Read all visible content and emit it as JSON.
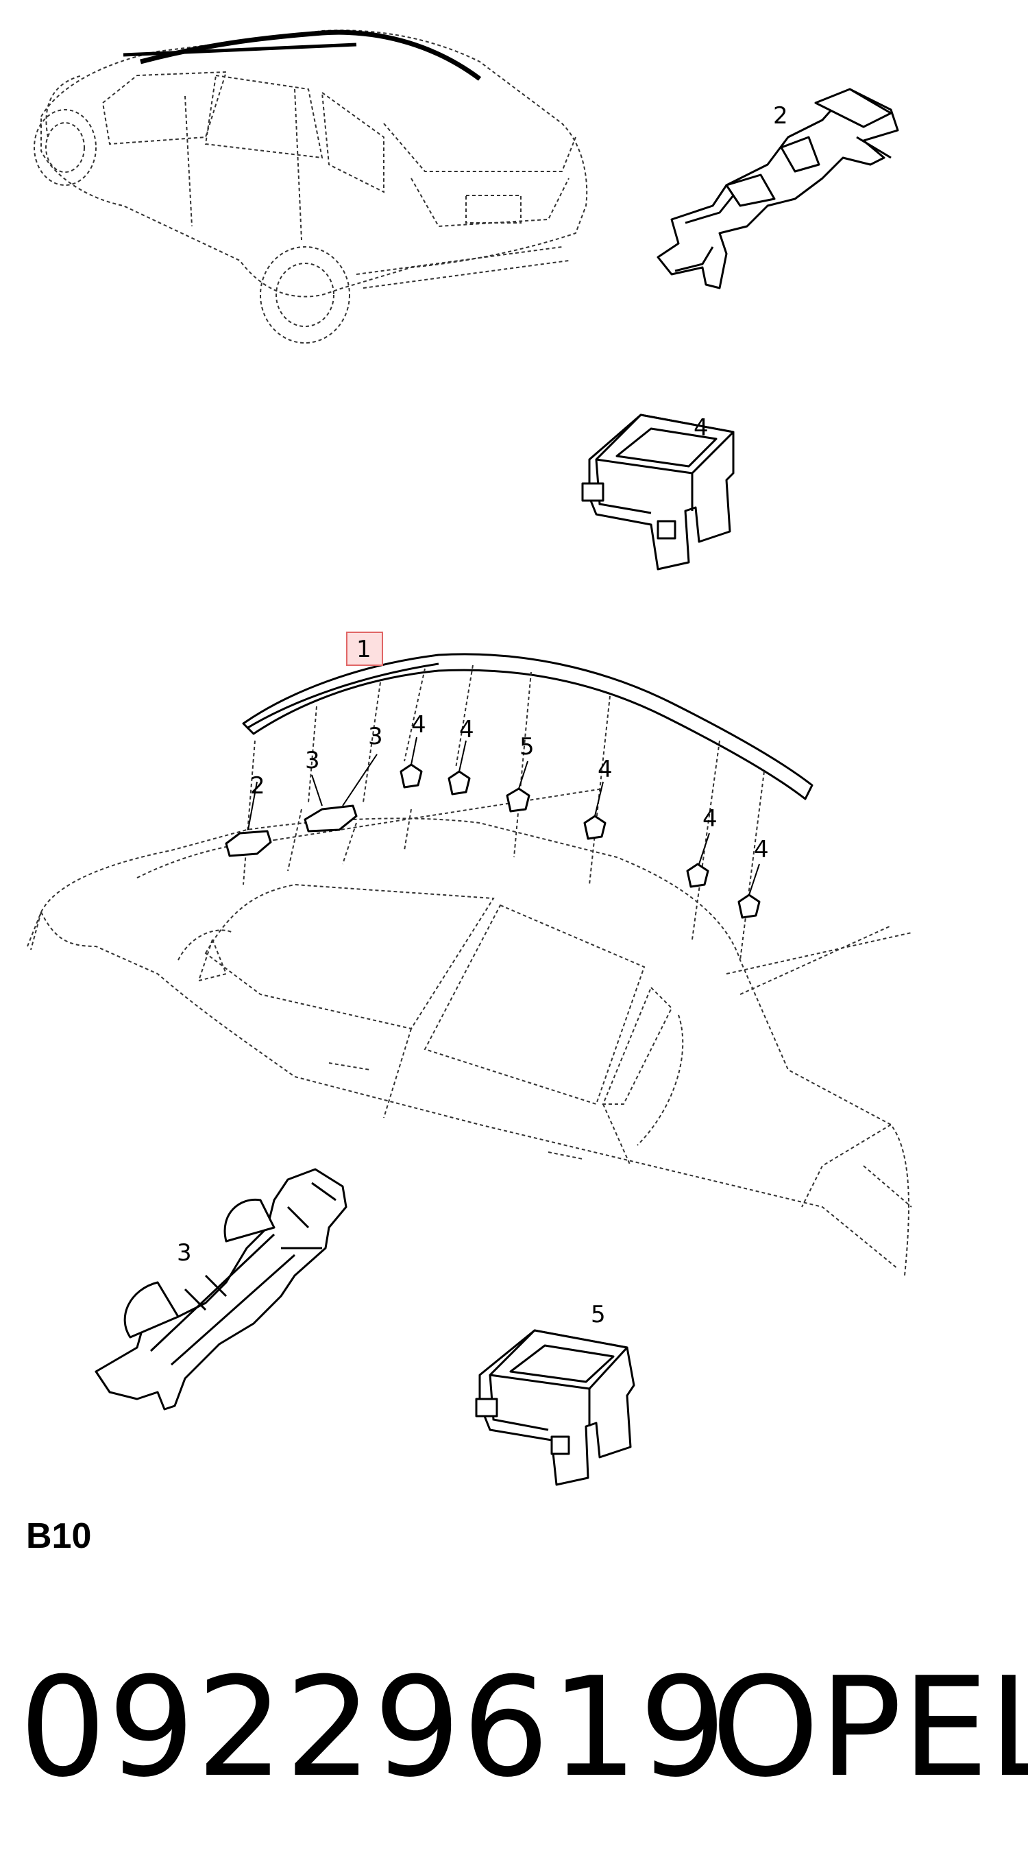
{
  "callouts": [
    {
      "id": "c2-detail",
      "label": "2"
    },
    {
      "id": "c4-detail",
      "label": "4"
    },
    {
      "id": "c1-main",
      "label": "1",
      "highlighted": true
    },
    {
      "id": "c3-a",
      "label": "3"
    },
    {
      "id": "c3-b",
      "label": "3"
    },
    {
      "id": "c4-a",
      "label": "4"
    },
    {
      "id": "c4-b",
      "label": "4"
    },
    {
      "id": "c5-a",
      "label": "5"
    },
    {
      "id": "c2-a",
      "label": "2"
    },
    {
      "id": "c4-c",
      "label": "4"
    },
    {
      "id": "c4-d",
      "label": "4"
    },
    {
      "id": "c4-e",
      "label": "4"
    },
    {
      "id": "c3-detail",
      "label": "3"
    },
    {
      "id": "c5-detail",
      "label": "5"
    }
  ],
  "section_code": "B10",
  "part_number": "09229619",
  "brand": "OPEL",
  "colors": {
    "highlight_border": "#e06666",
    "highlight_fill": "#fde0e0",
    "ink": "#000000"
  }
}
